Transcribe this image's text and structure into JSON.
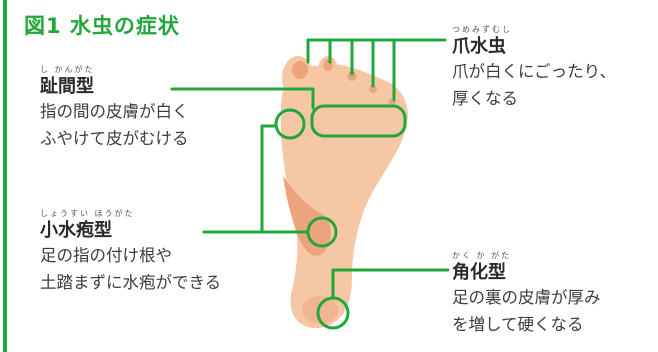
{
  "accent": "#22a83a",
  "skin_color": "#f6c7a4",
  "skin_dark": "#eca47e",
  "figure": {
    "title": "図1 水虫の症状"
  },
  "labels": {
    "nail": {
      "ruby": "つめみずむし",
      "name": "爪水虫",
      "desc": [
        "爪が白くにごったり、",
        "厚くなる"
      ]
    },
    "interdigital": {
      "ruby": "し かんがた",
      "name": "趾間型",
      "desc": [
        "指の間の皮膚が白く",
        "ふやけて皮がむける"
      ]
    },
    "vesicular": {
      "ruby": "しょうすい ほうがた",
      "name": "小水疱型",
      "desc": [
        "足の指の付け根や",
        "土踏まずに水疱ができる"
      ]
    },
    "hyperkeratotic": {
      "ruby": "かく か がた",
      "name": "角化型",
      "desc": [
        "足の裏の皮膚が厚み",
        "を増して硬くなる"
      ]
    }
  }
}
